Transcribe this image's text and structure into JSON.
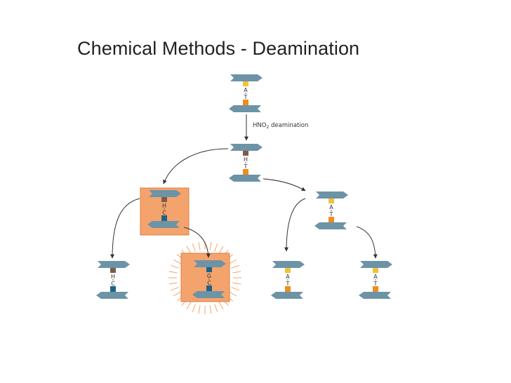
{
  "title": "Chemical Methods - Deamination",
  "annotation": {
    "text": "HNO",
    "subscript": "2",
    "suffix": " deamination"
  },
  "colors": {
    "backbone": "#6d93a6",
    "base_A": "#f0c33c",
    "base_T": "#f08c1e",
    "base_H": "#7b5d49",
    "base_C": "#1e6387",
    "highlight_box": "#f5a36c",
    "rays": "#f5a36c"
  },
  "pairs": [
    {
      "id": "original",
      "top": "A",
      "bottom": "T"
    },
    {
      "id": "deaminated",
      "top": "H",
      "bottom": "T"
    },
    {
      "id": "mispaired",
      "top": "H",
      "bottom": "C",
      "highlight": "box"
    },
    {
      "id": "wild-copy",
      "top": "A",
      "bottom": "T"
    },
    {
      "id": "mutant-copy-1",
      "top": "H",
      "bottom": "C"
    },
    {
      "id": "mutant-final",
      "top": "G",
      "bottom": "C",
      "highlight": "rays"
    },
    {
      "id": "wild-copy-1",
      "top": "A",
      "bottom": "T"
    },
    {
      "id": "wild-copy-2",
      "top": "A",
      "bottom": "T"
    }
  ]
}
